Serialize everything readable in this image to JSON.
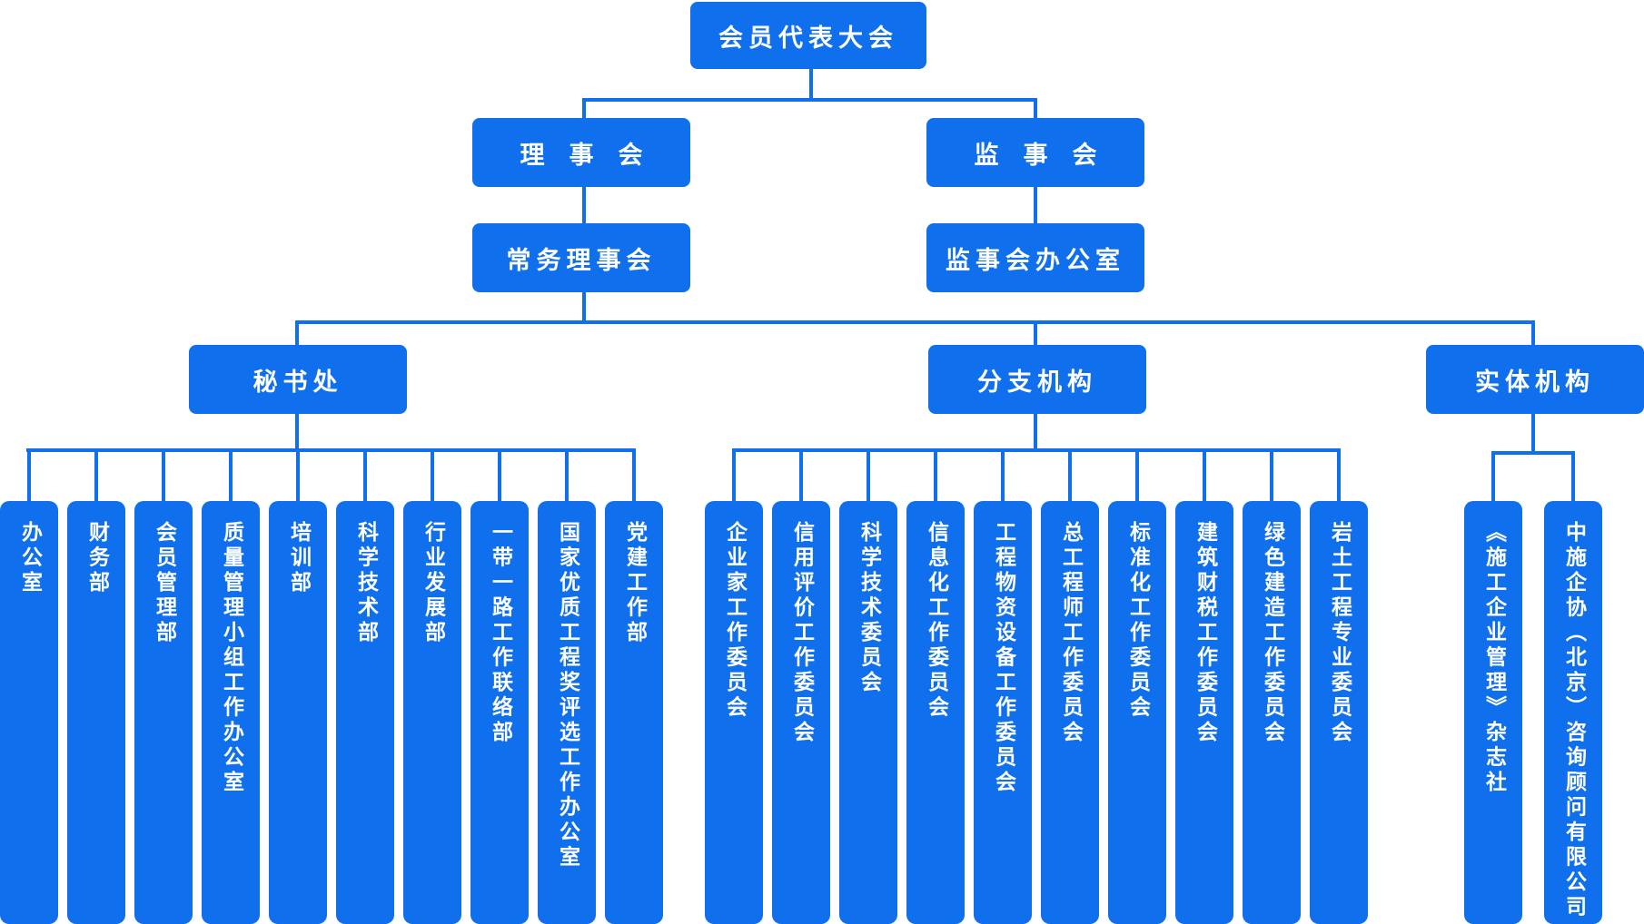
{
  "colors": {
    "box_fill": "#0f6fec",
    "line": "#0f6fec",
    "text": "#ffffff"
  },
  "org": {
    "top": "会员代表大会",
    "board": "理　事　会",
    "supervisory": "监　事　会",
    "standing": "常务理事会",
    "supervisory_office": "监事会办公室",
    "secretariat": "秘书处",
    "branches": "分支机构",
    "entities": "实体机构",
    "secretariat_units": [
      "办公室",
      "财务部",
      "会员管理部",
      "质量管理小组工作办公室",
      "培训部",
      "科学技术部",
      "行业发展部",
      "一带一路工作联络部",
      "国家优质工程奖评选工作办公室",
      "党建工作部"
    ],
    "branch_units": [
      "企业家工作委员会",
      "信用评价工作委员会",
      "科学技术委员会",
      "信息化工作委员会",
      "工程物资设备工作委员会",
      "总工程师工作委员会",
      "标准化工作委员会",
      "建筑财税工作委员会",
      "绿色建造工作委员会",
      "岩土工程专业委员会"
    ],
    "entity_units": [
      "《施工企业管理》杂志社",
      "中施企协（北京）咨询顾问有限公司"
    ]
  }
}
